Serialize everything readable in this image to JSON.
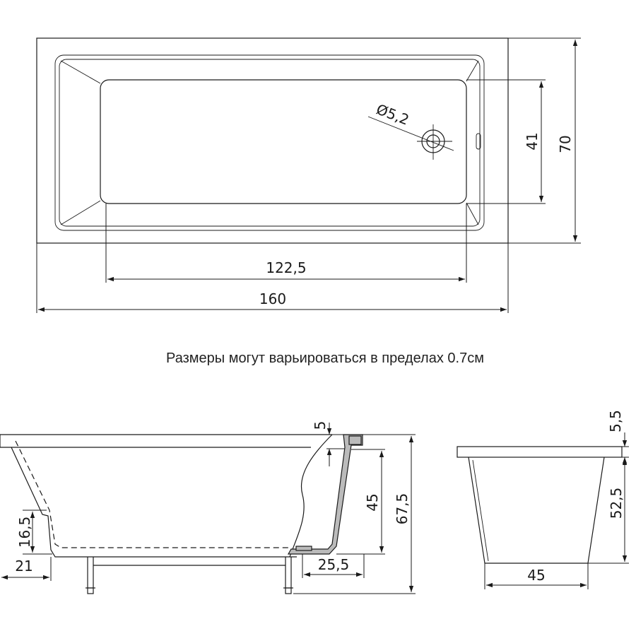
{
  "note": "Размеры могут варьироваться в пределах 0.7см",
  "top_view": {
    "length_inner": "122,5",
    "length_total": "160",
    "width_inner": "41",
    "width_total": "70",
    "drain_diameter": "Ø5,2"
  },
  "side_view": {
    "rim_thickness": "5",
    "depth_inner": "45",
    "height_total": "67,5",
    "leg_offset": "25,5",
    "slope_height": "16,5",
    "slope_offset": "21"
  },
  "end_view": {
    "rim_height": "5,5",
    "body_height": "52,5",
    "bottom_width": "45"
  }
}
